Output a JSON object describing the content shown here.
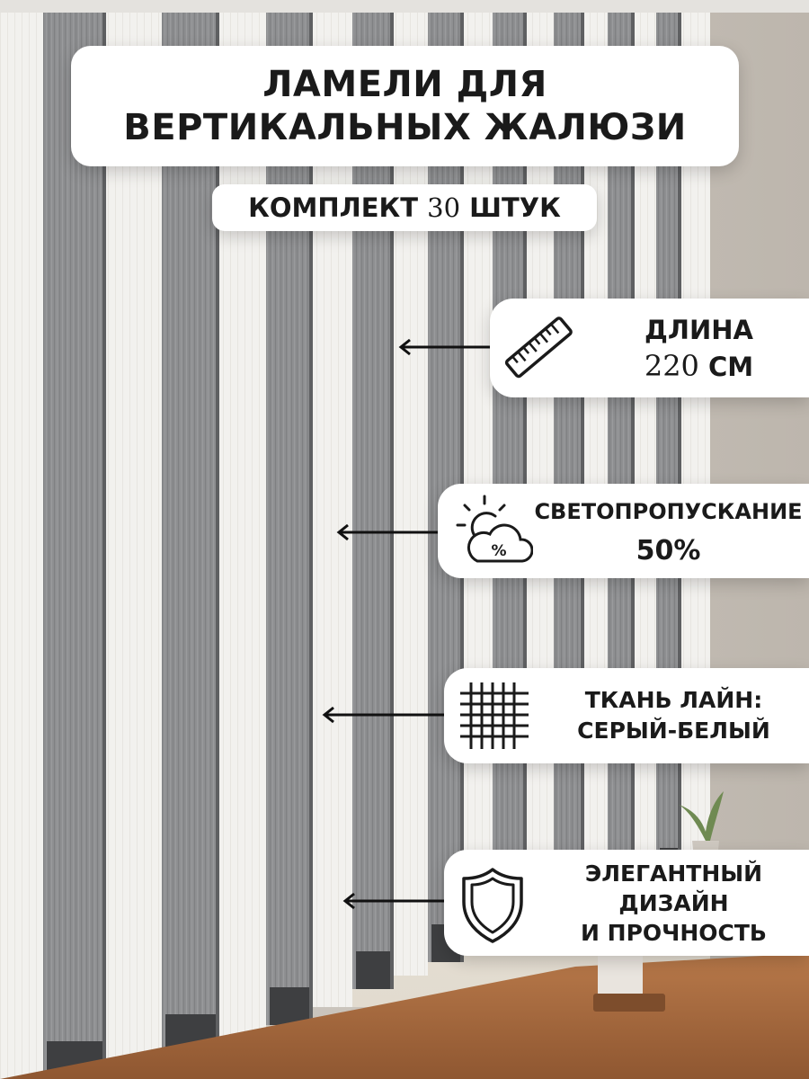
{
  "banner": {
    "title_line1": "ЛАМЕЛИ ДЛЯ",
    "title_line2": "ВЕРТИКАЛЬНЫХ ЖАЛЮЗИ",
    "subtitle_prefix": "КОМПЛЕКТ",
    "subtitle_number": "30",
    "subtitle_suffix": "ШТУК"
  },
  "features": [
    {
      "icon": "ruler-icon",
      "line1": "ДЛИНА",
      "number": "220",
      "unit": "СМ"
    },
    {
      "icon": "sun-cloud-percent-icon",
      "line1": "СВЕТОПРОПУСКАНИЕ",
      "line2": "50%"
    },
    {
      "icon": "fabric-weave-icon",
      "line1": "ТКАНЬ ЛАЙН:",
      "line2": "СЕРЫЙ-БЕЛЫЙ"
    },
    {
      "icon": "shield-icon",
      "line1": "ЭЛЕГАНТНЫЙ",
      "line2": "ДИЗАЙН",
      "line3": "И ПРОЧНОСТЬ"
    }
  ],
  "colors": {
    "slat_gray": "#8e8f91",
    "slat_white": "#f2f1ee",
    "wall": "#d8d4ce",
    "windowsill_wood": "#a5683f",
    "card_background": "#ffffff",
    "text": "#1a1a1a"
  }
}
